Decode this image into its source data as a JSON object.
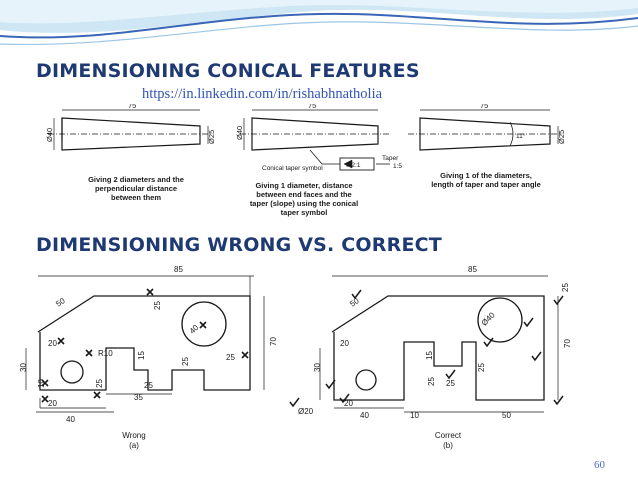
{
  "slide": {
    "title": "DIMENSIONING CONICAL FEATURES",
    "url": "https://in.linkedin.com/in/rishabhnatholia",
    "subtitle": "DIMENSIONING WRONG VS. CORRECT",
    "page_number": "60"
  },
  "colors": {
    "title": "#1f3a73",
    "url": "#2f54b5",
    "accent_blue": "#3a66b8",
    "wave_light": "#cfe7f4",
    "ink": "#1a1a1a"
  },
  "conical": {
    "fig1": {
      "length": "75",
      "dim_left": "Ø40",
      "dim_right": "Ø25",
      "caption": [
        "Giving 2 diameters and the",
        "perpendicular distance",
        "between them"
      ]
    },
    "fig2": {
      "length": "75",
      "dim_left": "Ø40",
      "taper_label": "Taper",
      "taper_ratio": "1:5",
      "frame_symbol": "0.2:1",
      "symbol_label": "Conical taper symbol",
      "caption": [
        "Giving 1 diameter, distance",
        "between end faces and the",
        "taper (slope) using the conical",
        "taper symbol"
      ]
    },
    "fig3": {
      "length": "75",
      "dim_right": "Ø25",
      "angle": "11°",
      "caption": [
        "Giving 1 of the diameters,",
        "length of taper and taper angle"
      ]
    }
  },
  "wrong": {
    "caption": "Wrong",
    "label": "(a)",
    "dims": {
      "top": "85",
      "slant": "50",
      "height_right": "70",
      "height_left": "30",
      "small_25_top": "25",
      "circle_dia": "40",
      "r25": "25",
      "small_25_right": "25",
      "d20": "20",
      "d15": "15",
      "d10": "10",
      "d25_left": "25",
      "d25": "25",
      "d35": "35",
      "d40": "40",
      "radius": "R10",
      "d20_left": "20"
    }
  },
  "correct": {
    "caption": "Correct",
    "label": "(b)",
    "dims": {
      "top": "85",
      "slant": "50",
      "height_right": "70",
      "height_left": "30",
      "small_25_top": "25",
      "small_25_right": "25",
      "circle_dia": "Ø40",
      "d20": "20",
      "d15": "15",
      "d25_mid": "25",
      "d25": "25",
      "d40": "40",
      "d10": "10",
      "d50": "50",
      "d20_small": "20",
      "d20_dia": "Ø20"
    }
  }
}
